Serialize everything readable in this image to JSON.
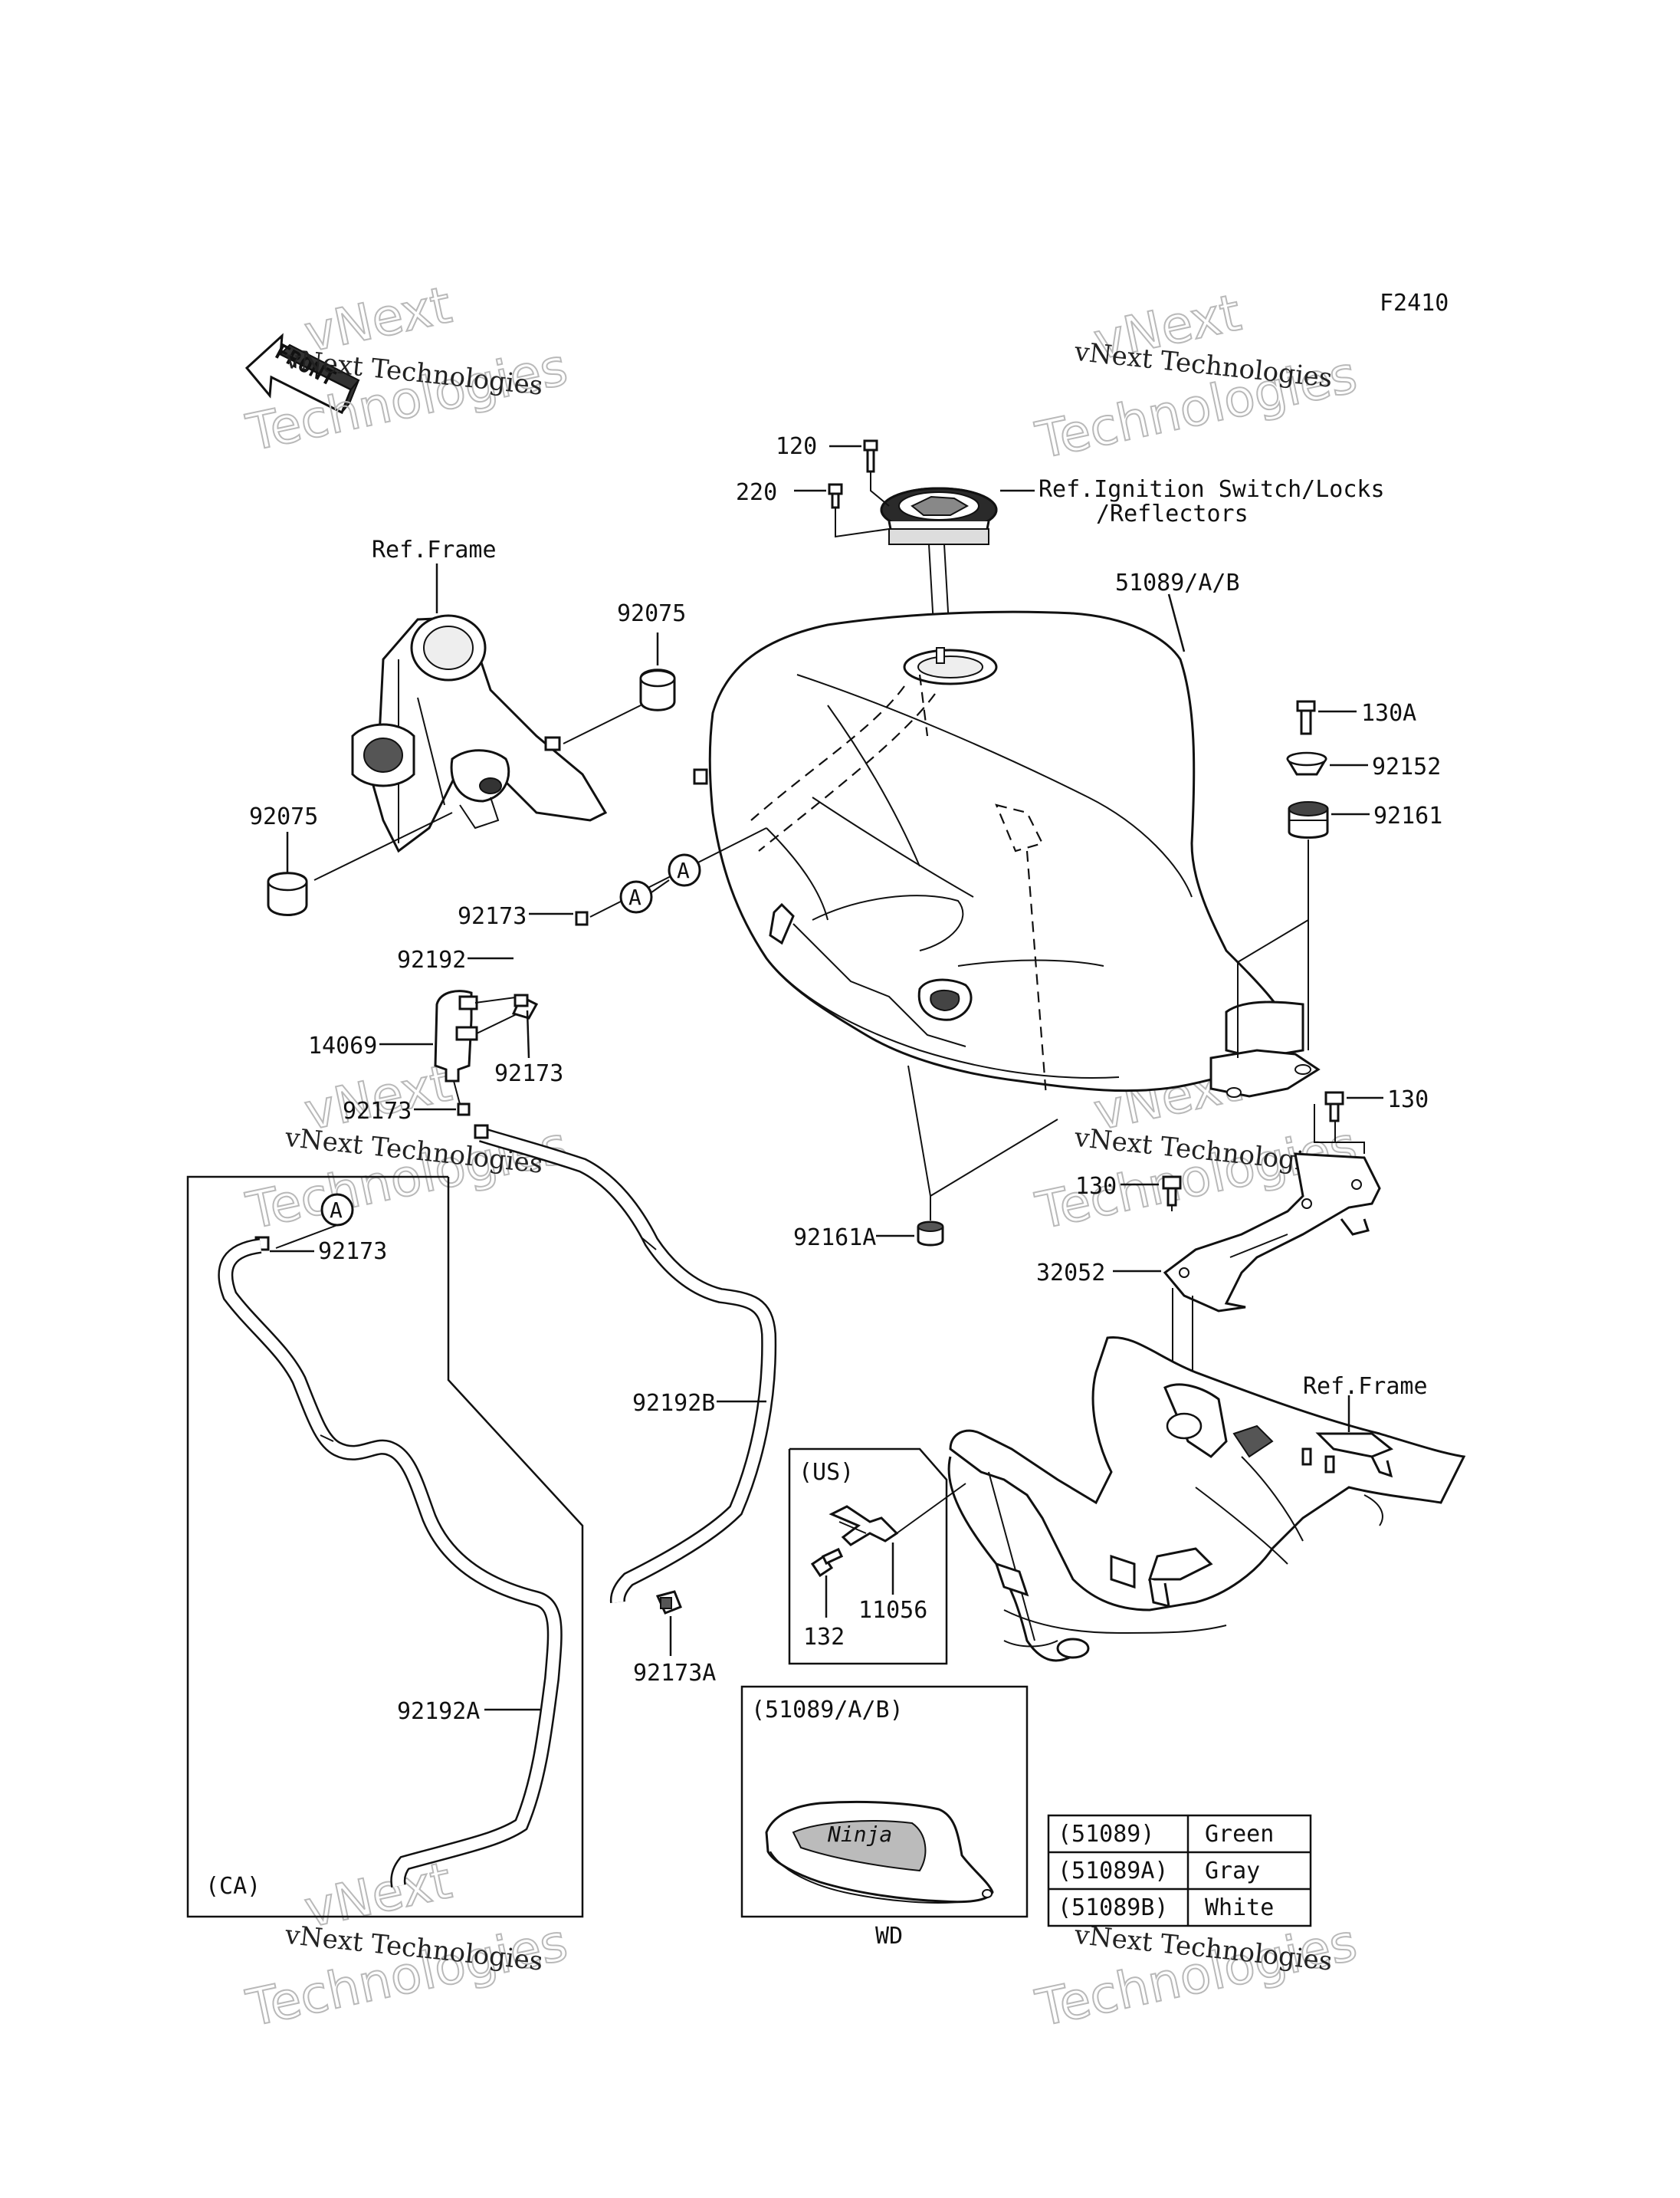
{
  "figure_code": "F2410",
  "watermark": {
    "line1": "vNext",
    "line2": "Technologies",
    "caption": "vNext Technologies"
  },
  "front_arrow": "FRONT",
  "references": {
    "frame_left": "Ref.Frame",
    "frame_right": "Ref.Frame",
    "ignition_line1": "Ref.Ignition Switch/Locks",
    "ignition_line2": "/Reflectors"
  },
  "parts": {
    "p120": "120",
    "p220": "220",
    "p51089": "51089/A/B",
    "p92075_top": "92075",
    "p92075_left": "92075",
    "p130A": "130A",
    "p92152": "92152",
    "p92161": "92161",
    "p92173_a": "92173",
    "p92192": "92192",
    "p14069": "14069",
    "p92173_b": "92173",
    "p92173_c": "92173",
    "p130_right": "130",
    "p130_mid": "130",
    "p92161A": "92161A",
    "p32052": "32052",
    "p92173_ca": "92173",
    "p92192B": "92192B",
    "p92192A": "92192A",
    "p92173A": "92173A",
    "p11056": "11056",
    "p132": "132"
  },
  "markers": {
    "a1": "A",
    "a2": "A",
    "a3": "A"
  },
  "boxes": {
    "ca": "(CA)",
    "us": "(US)",
    "variant_title": "(51089/A/B)",
    "variant_caption": "WD",
    "badge": "Ninja"
  },
  "color_table": {
    "rows": [
      {
        "code": "(51089)",
        "color": "Green"
      },
      {
        "code": "(51089A)",
        "color": "Gray"
      },
      {
        "code": "(51089B)",
        "color": "White"
      }
    ]
  }
}
